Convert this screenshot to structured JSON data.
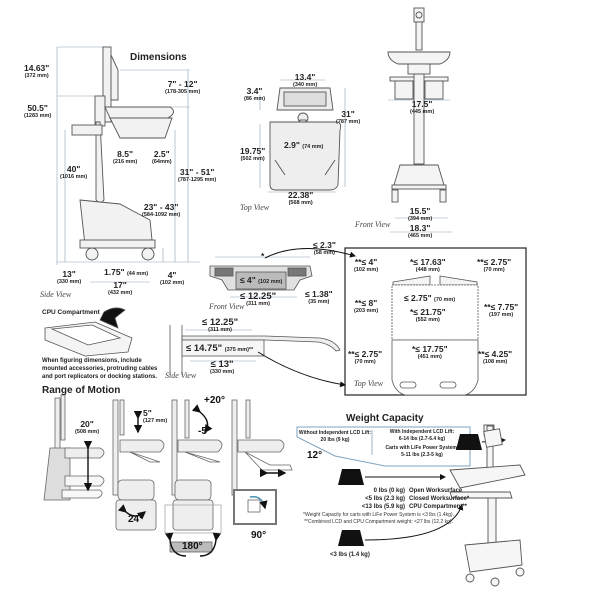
{
  "dimensions": {
    "title": "Dimensions",
    "side_view": {
      "label": "Side View",
      "d1": {
        "in": "14.63\"",
        "mm": "(372 mm)"
      },
      "d2": {
        "in": "50.5\"",
        "mm": "(1283 mm)"
      },
      "d3": {
        "in": "40\"",
        "mm": "(1016 mm)"
      },
      "d4": {
        "in": "7\" - 12\"",
        "mm": "(178-305 mm)"
      },
      "d5": {
        "in": "8.5\"",
        "mm": "(216 mm)"
      },
      "d6": {
        "in": "2.5\"",
        "mm": "(64mm)"
      },
      "d7": {
        "in": "31\" - 51\"",
        "mm": "(787-1295 mm)"
      },
      "d8": {
        "in": "23\" - 43\"",
        "mm": "(584-1092 mm)"
      },
      "d9": {
        "in": "13\"",
        "mm": "(330 mm)"
      },
      "d10": {
        "in": "1.75\"",
        "mm": "(44 mm)"
      },
      "d11": {
        "in": "17\"",
        "mm": "(432 mm)"
      },
      "d12": {
        "in": "4\"",
        "mm": "(102 mm)"
      }
    },
    "top_view": {
      "label": "Top View",
      "d1": {
        "in": "13.4\"",
        "mm": "(340 mm)"
      },
      "d2": {
        "in": "3.4\"",
        "mm": "(86 mm)"
      },
      "d3": {
        "in": "31\"",
        "mm": "(787 mm)"
      },
      "d4": {
        "in": "2.9\"",
        "mm": "(74 mm)"
      },
      "d5": {
        "in": "19.75\"",
        "mm": "(502 mm)"
      },
      "d6": {
        "in": "22.38\"",
        "mm": "(568 mm)"
      }
    },
    "front_view": {
      "label": "Front View",
      "d1": {
        "in": "17.5\"",
        "mm": "(445 mm)"
      },
      "d2": {
        "in": "15.5\"",
        "mm": "(394 mm)"
      },
      "d3": {
        "in": "18.3\"",
        "mm": "(465 mm)"
      }
    }
  },
  "cpu": {
    "front_view": {
      "label": "Front View",
      "d1": {
        "in": "≤ 2.3\"",
        "mm": "(58 mm)"
      },
      "d2": {
        "in": "≤ 4\"",
        "mm": "(102 mm)"
      },
      "d3": {
        "in": "≤ 12.25\"",
        "mm": "(311 mm)"
      },
      "d4": {
        "in": "≤ 1.38\"",
        "mm": "(35 mm)"
      },
      "star": "*"
    },
    "side_view": {
      "label": "Side View",
      "d1": {
        "in": "≤ 12.25\"",
        "mm": "(311 mm)"
      },
      "d2": {
        "in": "≤ 14.75\"",
        "mm": "(375 mm)**"
      },
      "d3": {
        "in": "≤ 13\"",
        "mm": "(330 mm)"
      }
    },
    "top_view": {
      "label": "Top View",
      "d1": {
        "in": "**≤ 4\"",
        "mm": "(102 mm)"
      },
      "d2": {
        "in": "*≤ 17.63\"",
        "mm": "(448 mm)"
      },
      "d3": {
        "in": "**≤ 2.75\"",
        "mm": "(70 mm)"
      },
      "d4": {
        "in": "≤ 2.75\"",
        "mm": "(70 mm)"
      },
      "d5": {
        "in": "**≤ 8\"",
        "mm": "(203 mm)"
      },
      "d6": {
        "in": "*≤ 21.75\"",
        "mm": "(552 mm)"
      },
      "d7": {
        "in": "**≤ 7.75\"",
        "mm": "(197 mm)"
      },
      "d8": {
        "in": "**≤ 2.75\"",
        "mm": "(70 mm)"
      },
      "d9": {
        "in": "*≤ 17.75\"",
        "mm": "(451 mm)"
      },
      "d10": {
        "in": "**≤ 4.25\"",
        "mm": "(108 mm)"
      }
    },
    "compartment_title": "CPU Compartment",
    "note": "When figuring dimensions, include mounted accessories, protruding cables and port replicators or docking stations."
  },
  "range_of_motion": {
    "title": "Range of Motion",
    "height_adjust": {
      "in": "20\"",
      "mm": "(508 mm)"
    },
    "monitor_lift": {
      "in": "5\"",
      "mm": "(127 mm)"
    },
    "tilt_up": "+20°",
    "tilt_down": "-5°",
    "keyboard_tilt": "12°",
    "swivel": "24°",
    "rotate": "180°",
    "monitor_rotate": "90°"
  },
  "weight_capacity": {
    "title": "Weight Capacity",
    "without_lift": {
      "label": "Without Independent LCD Lift:",
      "value": "20 lbs (9 kg)"
    },
    "with_lift": {
      "label": "With Independent LCD Lift:",
      "value": "6-14 lbs (2.7-6.4 kg)"
    },
    "life_power": {
      "label": "Carts with LiFe Power System:",
      "value": "5-11 lbs (2.3-5 kg)"
    },
    "weight_icon_text": "LB\nkg",
    "rows": [
      {
        "value": "0 lbs (0 kg)",
        "label": "Open Worksurface"
      },
      {
        "value": "<5 lbs (2.3 kg)",
        "label": "Closed Worksurface*"
      },
      {
        "value": "<13 lbs (5.9 kg)",
        "label": "CPU Compartment**"
      }
    ],
    "footnote1": "*Weight Capacity for carts with LiFe Power System is <3 lbs (1.4kg).",
    "footnote2": "**Combined LCD and CPU Compartment weight: <27 lbs (12.2 kg).",
    "keyboard": "<3 lbs (1.4 kg)"
  }
}
